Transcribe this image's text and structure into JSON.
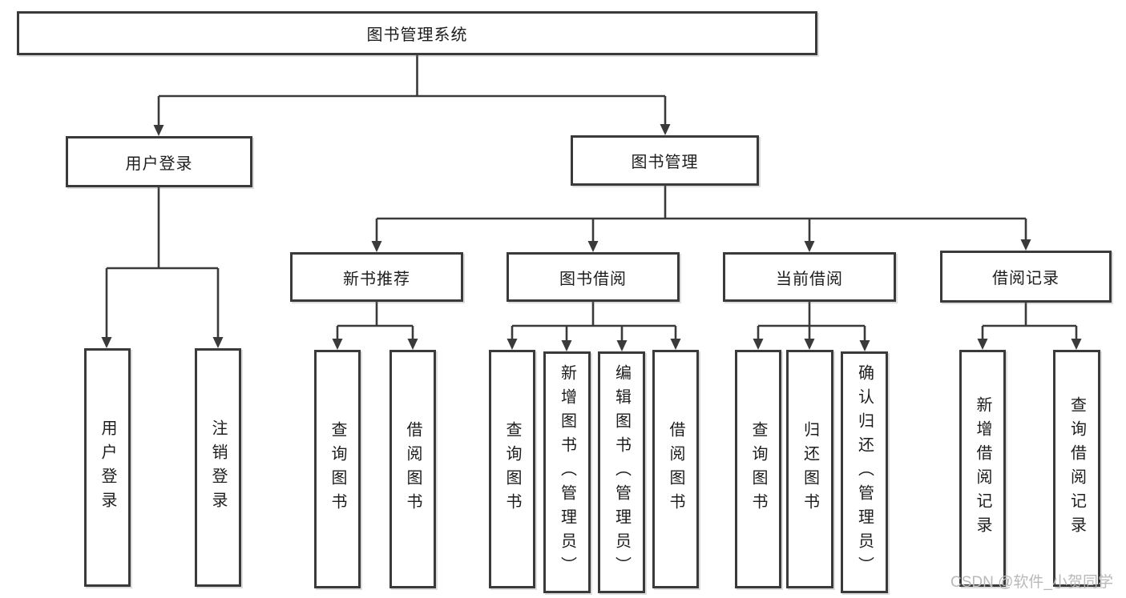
{
  "tree": {
    "label": "图书管理系统",
    "children": [
      {
        "label": "用户登录",
        "children": [
          {
            "label": "用户登录"
          },
          {
            "label": "注销登录"
          }
        ]
      },
      {
        "label": "图书管理",
        "children": [
          {
            "label": "新书推荐",
            "children": [
              {
                "label": "查询图书"
              },
              {
                "label": "借阅图书"
              }
            ]
          },
          {
            "label": "图书借阅",
            "children": [
              {
                "label": "查询图书"
              },
              {
                "label": "新增图书（管理员）"
              },
              {
                "label": "编辑图书（管理员）"
              },
              {
                "label": "借阅图书"
              }
            ]
          },
          {
            "label": "当前借阅",
            "children": [
              {
                "label": "查询图书"
              },
              {
                "label": "归还图书"
              },
              {
                "label": "确认归还（管理员）"
              }
            ]
          },
          {
            "label": "借阅记录",
            "children": [
              {
                "label": "新增借阅记录"
              },
              {
                "label": "查询借阅记录"
              }
            ]
          }
        ]
      }
    ]
  },
  "watermark": {
    "text": "CSDN @软件_小贺同学"
  },
  "colors": {
    "line": "#3a3a3a",
    "border": "#3a3a3a",
    "text": "#1d1d1d",
    "watermark": "#b9b9b9",
    "background": "#ffffff"
  }
}
